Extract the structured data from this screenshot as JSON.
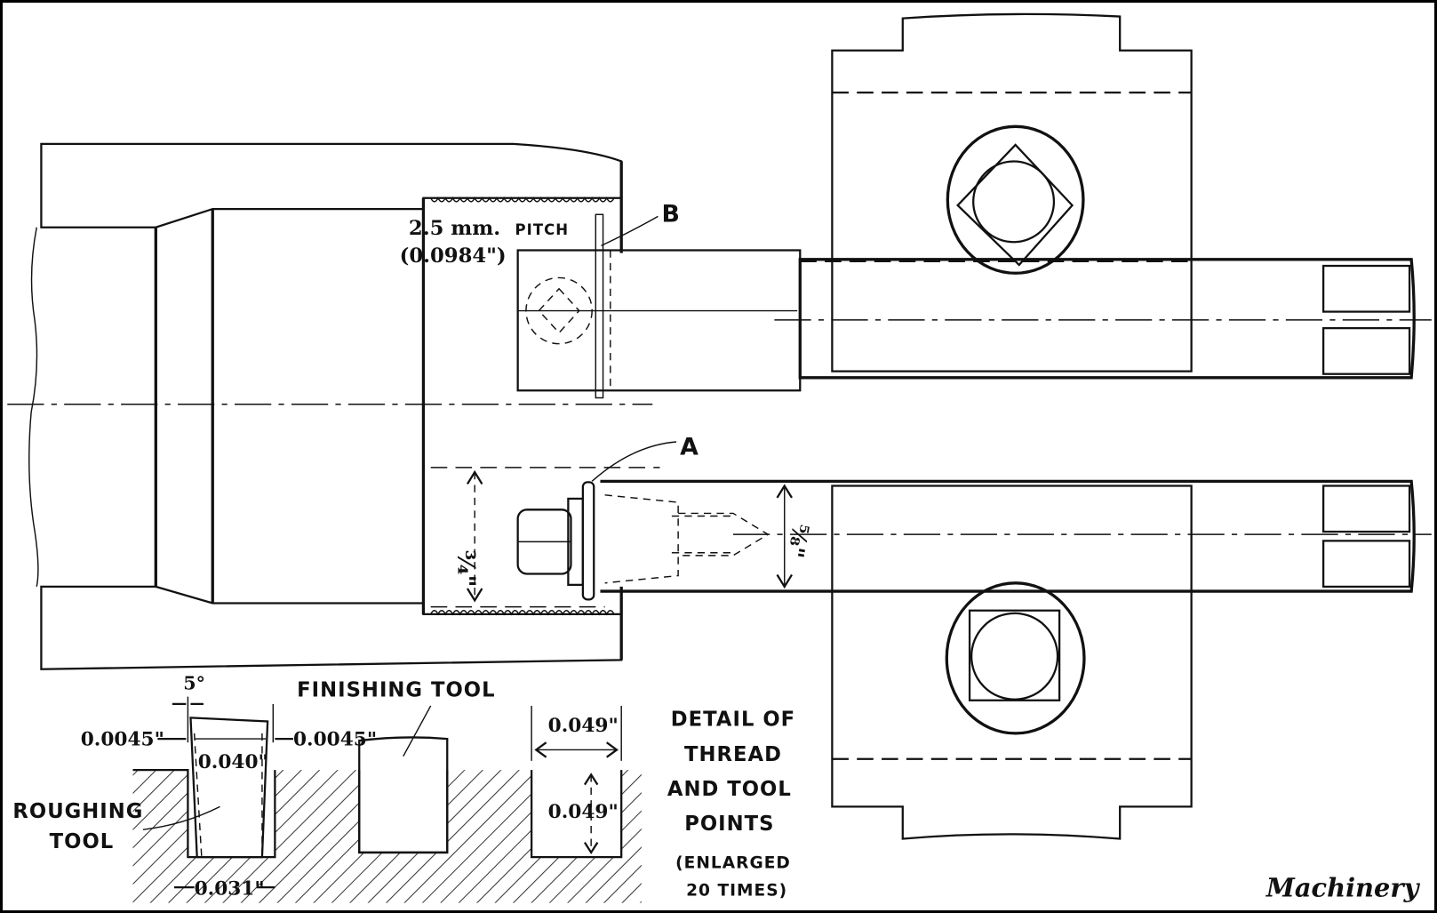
{
  "diagram": {
    "type": "mechanical-drawing",
    "subject": "Thread cutting in bore with roughing and finishing tools",
    "labels": {
      "pitch_line1_value": "2.5 mm.",
      "pitch_line1_unit": "PITCH",
      "pitch_line2": "(0.0984\")",
      "callout_b": "B",
      "callout_a": "A",
      "dim_three_quarter": "¾\"",
      "dim_five_eighth": "⅝\""
    },
    "detail": {
      "angle": "5°",
      "clearance_left": "0.0045\"",
      "clearance_right": "0.0045\"",
      "tool_top_width": "0.040\"",
      "tool_bottom_width": "0.031\"",
      "roughing_tool_line1": "ROUGHING",
      "roughing_tool_line2": "TOOL",
      "finishing_tool": "FINISHING TOOL",
      "thread_width": "0.049\"",
      "thread_depth": "0.049\"",
      "caption_lines": [
        "DETAIL OF",
        "THREAD",
        "AND TOOL",
        "POINTS",
        "(ENLARGED",
        "20 TIMES)"
      ]
    },
    "publisher": "Machinery"
  }
}
